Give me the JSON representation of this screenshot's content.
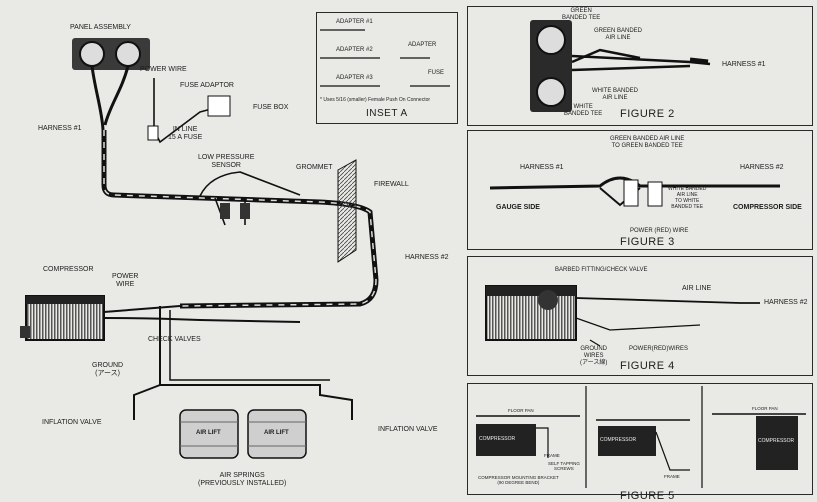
{
  "main": {
    "panel_assembly": "PANEL ASSEMBLY",
    "power_wire_top": "POWER WIRE",
    "fuse_adaptor": "FUSE ADAPTOR",
    "fuse_box": "FUSE BOX",
    "harness1": "HARNESS #1",
    "inline_fuse": "IN LINE\n15 A FUSE",
    "low_pressure_sensor": "LOW PRESSURE\nSENSOR",
    "grommet": "GROMMET",
    "firewall": "FIREWALL",
    "harness2": "HARNESS #2",
    "compressor": "COMPRESSOR",
    "power_wire": "POWER\nWIRE",
    "check_valves": "CHECK VALVES",
    "ground": "GROUND\n(アース)",
    "inflation_valve_left": "INFLATION VALVE",
    "inflation_valve_right": "INFLATION VALVE",
    "air_springs": "AIR SPRINGS\n(PREVIOUSLY INSTALLED)",
    "airlift_logo": "AIR LIFT"
  },
  "inset_a": {
    "title": "INSET A",
    "adapter1": "ADAPTER #1",
    "adapter2": "ADAPTER #2",
    "adapter3": "ADAPTER #3",
    "adapter": "ADAPTER",
    "fuse": "FUSE",
    "note": "* Uses 5/16 (smaller) Female Push On Connector"
  },
  "figure2": {
    "caption": "FIGURE 2",
    "green_tee": "GREEN\nBANDED TEE",
    "green_air_line": "GREEN BANDED\nAIR LINE",
    "harness1": "HARNESS #1",
    "white_air_line": "WHITE BANDED\nAIR LINE",
    "white_tee": "WHITE\nBANDED TEE"
  },
  "figure3": {
    "caption": "FIGURE 3",
    "green_air_line": "GREEN BANDED AIR LINE\nTO GREEN BANDED TEE",
    "harness1": "HARNESS #1",
    "harness2": "HARNESS #2",
    "white_air_line": "WHITE BANDED\nAIR LINE\nTO WHITE\nBANDED TEE",
    "gauge_side": "GAUGE SIDE",
    "compressor_side": "COMPRESSOR SIDE",
    "power_wire": "POWER (RED) WIRE"
  },
  "figure4": {
    "caption": "FIGURE 4",
    "barbed_fitting": "BARBED FITTING/CHECK VALVE",
    "air_line": "AIR LINE",
    "harness2": "HARNESS #2",
    "ground_wires": "GROUND\nWIRES\n(アース線)",
    "power_wires": "POWER(Red)WIRES"
  },
  "figure5": {
    "caption": "FIGURE 5",
    "floor_pan_1": "FLOOR PAN",
    "compressor_1": "COMPRESSOR",
    "frame_1": "FRAME",
    "self_tapping": "SELF TAPPING\nSCREWS",
    "bracket": "COMPRESSOR MOUNTING BRACKET\n(90 DEGREE BEND)",
    "compressor_2": "COMPRESSOR",
    "frame_2": "FRAME",
    "floor_pan_3": "FLOOR PAN",
    "compressor_3": "COMPRESSOR"
  },
  "colors": {
    "paper": "#e9e9e6",
    "ink": "#1c1c1c",
    "dark_fill": "#2b2b2b"
  }
}
